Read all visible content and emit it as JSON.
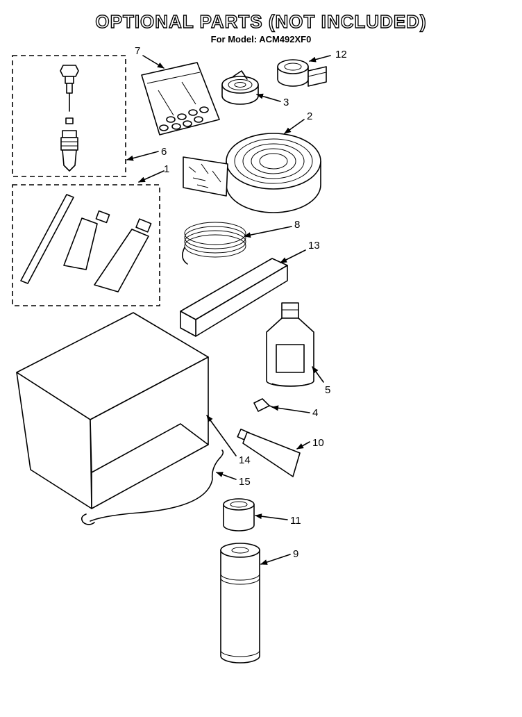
{
  "header": {
    "title": "OPTIONAL PARTS (NOT INCLUDED)",
    "subtitle": "For Model: ACM492XF0"
  },
  "callouts": {
    "c1": "1",
    "c2": "2",
    "c3": "3",
    "c4": "4",
    "c5": "5",
    "c6": "6",
    "c7": "7",
    "c8": "8",
    "c9": "9",
    "c10": "10",
    "c11": "11",
    "c12": "12",
    "c13": "13",
    "c14": "14",
    "c15": "15"
  }
}
